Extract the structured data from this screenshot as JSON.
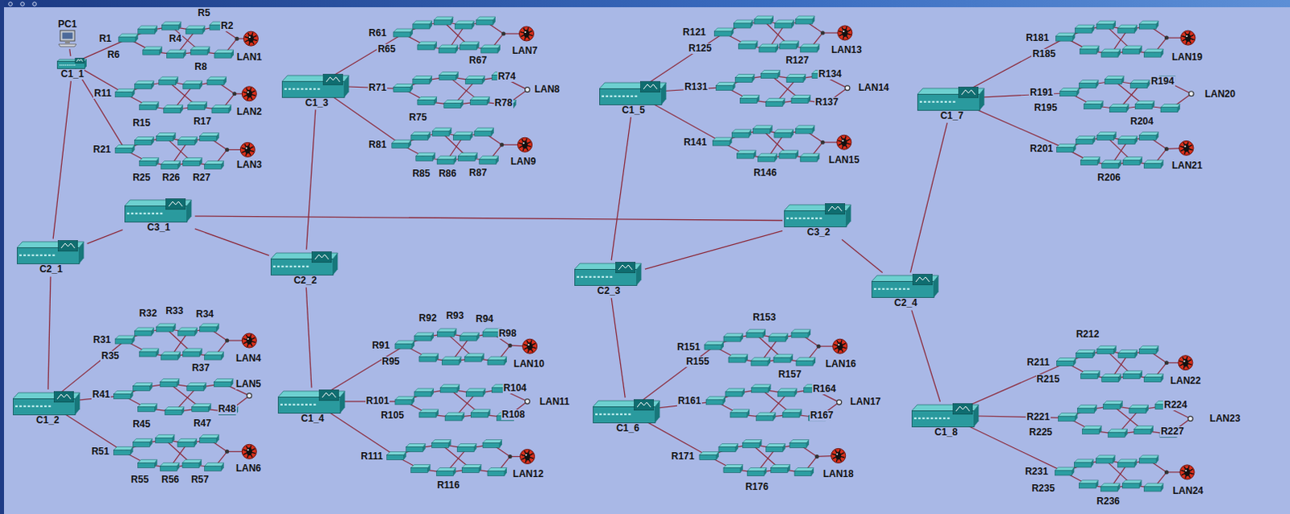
{
  "diagram": {
    "nodes": [
      {
        "text": [
          "PC1"
        ]
      },
      {
        "text": [
          "C1_1"
        ]
      },
      {
        "text": [
          "C1_3"
        ]
      },
      {
        "text": [
          "C1_5"
        ]
      },
      {
        "text": [
          "C1_7"
        ]
      },
      {
        "text": [
          "C3_1"
        ]
      },
      {
        "text": [
          "C3_2"
        ]
      },
      {
        "text": [
          "C2_1"
        ]
      },
      {
        "text": [
          "C2_2"
        ]
      },
      {
        "text": [
          "C2_3"
        ]
      },
      {
        "text": [
          "C2_4"
        ]
      },
      {
        "text": [
          "C1_2"
        ]
      },
      {
        "text": [
          "C1_4"
        ]
      },
      {
        "text": [
          "C1_6"
        ]
      },
      {
        "text": [
          "C1_8"
        ]
      },
      {
        "text": [
          "LAN1"
        ]
      },
      {
        "text": [
          "LAN2"
        ]
      },
      {
        "text": [
          "LAN3"
        ]
      },
      {
        "text": [
          "LAN4"
        ]
      },
      {
        "text": [
          "LAN5"
        ]
      },
      {
        "text": [
          "LAN6"
        ]
      },
      {
        "text": [
          "LAN7"
        ]
      },
      {
        "text": [
          "LAN8"
        ]
      },
      {
        "text": [
          "LAN9"
        ]
      },
      {
        "text": [
          "LAN10"
        ]
      },
      {
        "text": [
          "LAN11"
        ]
      },
      {
        "text": [
          "LAN12"
        ]
      },
      {
        "text": [
          "LAN13"
        ]
      },
      {
        "text": [
          "LAN14"
        ]
      },
      {
        "text": [
          "LAN15"
        ]
      },
      {
        "text": [
          "LAN16"
        ]
      },
      {
        "text": [
          "LAN17"
        ]
      },
      {
        "text": [
          "LAN18"
        ]
      },
      {
        "text": [
          "LAN19"
        ]
      },
      {
        "text": [
          "LAN20"
        ]
      },
      {
        "text": [
          "LAN21"
        ]
      },
      {
        "text": [
          "LAN22"
        ]
      },
      {
        "text": [
          "LAN23"
        ]
      },
      {
        "text": [
          "LAN24"
        ]
      }
    ],
    "edges": [
      {
        "from": 0,
        "to": 1,
        "arrow": "none"
      },
      {
        "from": 1,
        "to": 7,
        "arrow": "none"
      },
      {
        "from": 7,
        "to": 5,
        "arrow": "none"
      },
      {
        "from": 7,
        "to": 11,
        "arrow": "none"
      },
      {
        "from": 5,
        "to": 8,
        "arrow": "none"
      },
      {
        "from": 5,
        "to": 6,
        "arrow": "none"
      },
      {
        "from": 8,
        "to": 2,
        "arrow": "none"
      },
      {
        "from": 8,
        "to": 12,
        "arrow": "none"
      },
      {
        "from": 6,
        "to": 9,
        "arrow": "none"
      },
      {
        "from": 6,
        "to": 10,
        "arrow": "none"
      },
      {
        "from": 9,
        "to": 3,
        "arrow": "none"
      },
      {
        "from": 9,
        "to": 13,
        "arrow": "none"
      },
      {
        "from": 10,
        "to": 4,
        "arrow": "none"
      },
      {
        "from": 10,
        "to": 14,
        "arrow": "none"
      }
    ],
    "labels": [
      "R5",
      "R2",
      "R1",
      "R4",
      "R6",
      "R8",
      "R11",
      "R15",
      "R17",
      "R21",
      "R25",
      "R26",
      "R27",
      "R32",
      "R33",
      "R34",
      "R31",
      "R35",
      "R37",
      "R41",
      "R48",
      "R45",
      "R47",
      "R51",
      "R55",
      "R56",
      "R57",
      "R61",
      "R65",
      "R67",
      "R74",
      "R71",
      "R78",
      "R75",
      "R81",
      "R85",
      "R86",
      "R87",
      "R92",
      "R93",
      "R94",
      "R98",
      "R91",
      "R95",
      "R104",
      "R101",
      "R105",
      "R108",
      "R111",
      "R116",
      "R121",
      "R125",
      "R127",
      "R134",
      "R131",
      "R137",
      "R141",
      "R146",
      "R153",
      "R151",
      "R155",
      "R157",
      "R164",
      "R161",
      "R167",
      "R171",
      "R176",
      "R181",
      "R185",
      "R194",
      "R191",
      "R195",
      "R204",
      "R201",
      "R206",
      "R212",
      "R211",
      "R215",
      "R224",
      "R221",
      "R225",
      "R227",
      "R231",
      "R235",
      "R236"
    ]
  }
}
